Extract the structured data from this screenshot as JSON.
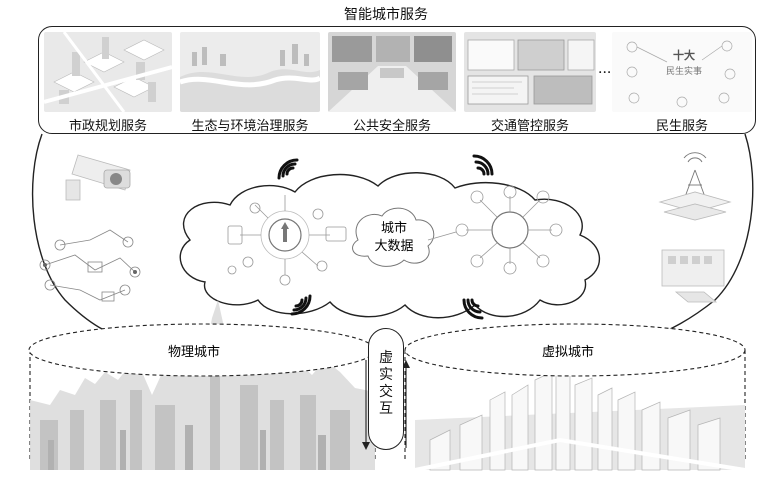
{
  "panel": {
    "title": "智能城市服务"
  },
  "services": [
    {
      "label": "市政规划服务"
    },
    {
      "label": "生态与环境治理服务"
    },
    {
      "label": "公共安全服务"
    },
    {
      "label": "交通管控服务"
    },
    {
      "label": "民生服务"
    }
  ],
  "ellipsis": "···",
  "minsheng_thumb_text": "十大民生实事",
  "cloud": {
    "label_line1": "城市",
    "label_line2": "大数据"
  },
  "physical_city": {
    "label": "物理城市"
  },
  "virtual_city": {
    "label": "虚拟城市"
  },
  "interaction": {
    "label_chars": [
      "虚",
      "实",
      "交",
      "互"
    ]
  },
  "colors": {
    "stroke": "#222222",
    "icon_gray": "#888888",
    "light_gray": "#cfcfcf"
  }
}
